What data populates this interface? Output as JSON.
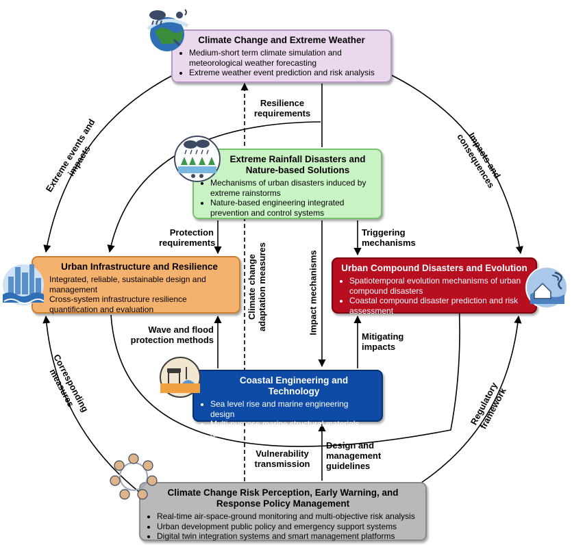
{
  "boxes": {
    "climate": {
      "title": "Climate Change and Extreme Weather",
      "items": [
        "Medium-short term climate simulation and meteorological weather forecasting",
        "Extreme weather event prediction and risk analysis"
      ],
      "fill": "#ead8ec"
    },
    "rain": {
      "title": "Extreme Rainfall Disasters and Nature-based Solutions",
      "items": [
        "Mechanisms of urban disasters induced by extreme rainstorms",
        "Nature-based engineering integrated prevention and control systems"
      ],
      "fill": "#c9f3c4"
    },
    "urban": {
      "title": "Urban Infrastructure and Resilience",
      "items": [
        "Integrated, reliable, sustainable design and management",
        "Cross-system infrastructure resilience quantification and evaluation"
      ],
      "fill": "#f5b26e"
    },
    "compound": {
      "title": "Urban Compound Disasters and Evolution",
      "items": [
        "Spatiotemporal evolution mechanisms of urban compound disasters",
        "Coastal compound disaster prediction and risk assessment"
      ],
      "fill": "#b70e20"
    },
    "coastal": {
      "title": "Coastal Engineering and Technology",
      "items": [
        "Sea level rise and marine engineering design",
        "Multi-purpose marine structural materials and applications"
      ],
      "fill": "#0d4ba6"
    },
    "risk": {
      "title": "Climate Change Risk Perception, Early Warning, and Response Policy Management",
      "items": [
        "Real-time air-space-ground monitoring and multi-objective risk analysis",
        "Urban development public policy and emergency support systems",
        "Digital twin integration systems and smart management platforms"
      ],
      "fill": "#b9b9b9"
    }
  },
  "labels": {
    "resilience_requirements": "Resilience requirements",
    "extreme_events": "Extreme events and impacts",
    "impacts_consequences": "Impacts and consequences",
    "protection_requirements": "Protection requirements",
    "triggering_mechanisms": "Triggering mechanisms",
    "climate_adaptation": "Climate change adaptation measures",
    "impact_mechanisms": "Impact mechanisms",
    "wave_flood": "Wave and flood protection methods",
    "mitigating_impacts": "Mitigating impacts",
    "corresponding_measures": "Corresponding measures",
    "regulatory_framework": "Regulatory framework",
    "vulnerability_transmission": "Vulnerability transmission",
    "design_guidelines": "Design and management guidelines"
  },
  "icons": {
    "climate": "weather-globe-icon",
    "rain": "rain-forest-icon",
    "urban": "city-water-icon",
    "compound": "storm-house-icon",
    "coastal": "offshore-platform-icon",
    "risk": "people-network-icon"
  }
}
